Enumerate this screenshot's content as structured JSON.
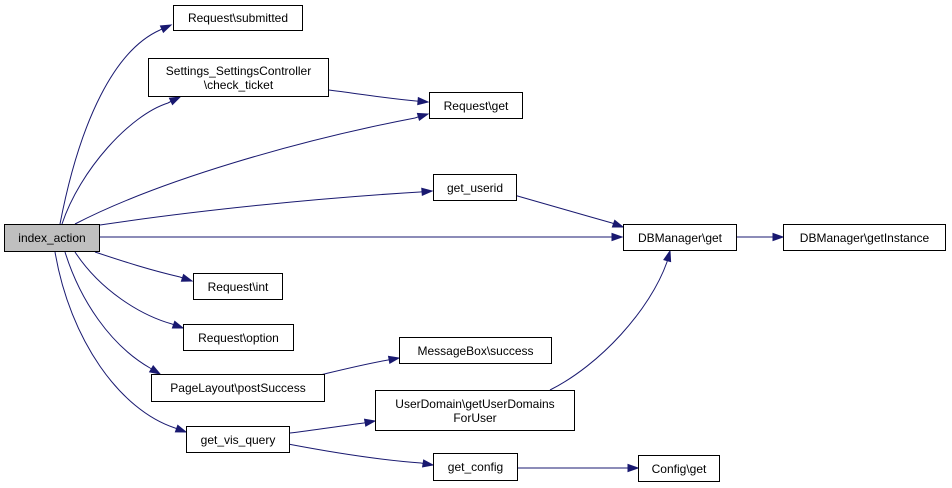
{
  "colors": {
    "edge": "#191970",
    "root_fill": "#bfbfbf",
    "node_border": "#000000"
  },
  "nodes": {
    "index_action": "index_action",
    "request_submitted": "Request\\submitted",
    "check_ticket": "Settings_SettingsController\n\\check_ticket",
    "request_get": "Request\\get",
    "get_userid": "get_userid",
    "dbmanager_get": "DBManager\\get",
    "dbmanager_getinstance": "DBManager\\getInstance",
    "request_int": "Request\\int",
    "request_option": "Request\\option",
    "messagebox_success": "MessageBox\\success",
    "pagelayout_postsuccess": "PageLayout\\postSuccess",
    "userdomain_getuserdomainsforuser": "UserDomain\\getUserDomains\nForUser",
    "get_vis_query": "get_vis_query",
    "get_config": "get_config",
    "config_get": "Config\\get"
  }
}
